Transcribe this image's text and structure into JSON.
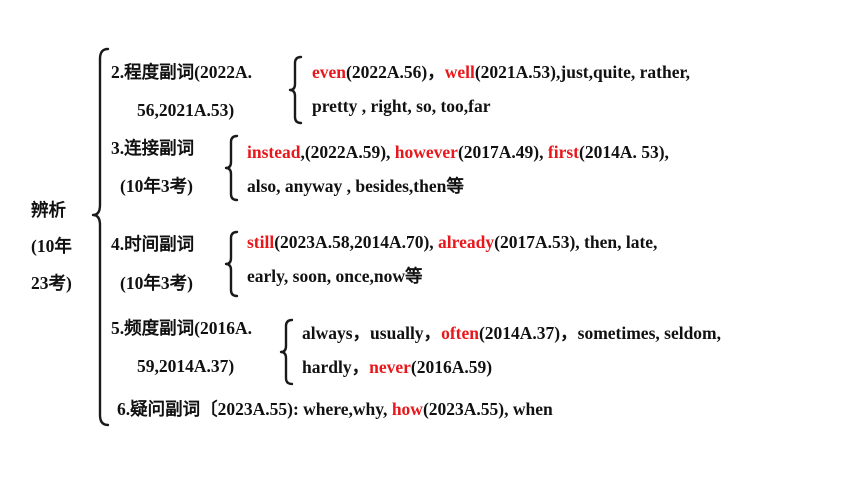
{
  "colors": {
    "text": "#111111",
    "highlight": "#e8171b",
    "background": "#ffffff"
  },
  "left_label": {
    "line1": "辨析",
    "line2": "(10年",
    "line3": "23考)"
  },
  "items": [
    {
      "heading_line1": "2.程度副词(2022A.",
      "heading_line2": "56,2021A.53)",
      "content_line1": [
        {
          "text": "even",
          "red": true
        },
        {
          "text": "(2022A.56)，",
          "red": false
        },
        {
          "text": "well",
          "red": true
        },
        {
          "text": "(2021A.53),just,quite, rather,",
          "red": false
        }
      ],
      "content_line2": [
        {
          "text": "pretty , right, so, too,far",
          "red": false
        }
      ]
    },
    {
      "heading_line1": "3.连接副词",
      "heading_line2": "(10年3考)",
      "content_line1": [
        {
          "text": "instead",
          "red": true
        },
        {
          "text": ",(2022A.59), ",
          "red": false
        },
        {
          "text": "however",
          "red": true
        },
        {
          "text": "(2017A.49), ",
          "red": false
        },
        {
          "text": "first",
          "red": true
        },
        {
          "text": "(2014A. 53),",
          "red": false
        }
      ],
      "content_line2": [
        {
          "text": "also, anyway , besides,then等",
          "red": false
        }
      ]
    },
    {
      "heading_line1": "4.时间副词",
      "heading_line2": "(10年3考)",
      "content_line1": [
        {
          "text": "still",
          "red": true
        },
        {
          "text": "(2023A.58,2014A.70), ",
          "red": false
        },
        {
          "text": "already",
          "red": true
        },
        {
          "text": "(2017A.53), then, late,",
          "red": false
        }
      ],
      "content_line2": [
        {
          "text": "early, soon, once,now等",
          "red": false
        }
      ]
    },
    {
      "heading_line1": "5.频度副词(2016A.",
      "heading_line2": "59,2014A.37)",
      "content_line1": [
        {
          "text": "always，usually，",
          "red": false
        },
        {
          "text": "often",
          "red": true
        },
        {
          "text": "(2014A.37)，sometimes, seldom,",
          "red": false
        }
      ],
      "content_line2": [
        {
          "text": "hardly，",
          "red": false
        },
        {
          "text": "never",
          "red": true
        },
        {
          "text": "(2016A.59)",
          "red": false
        }
      ]
    },
    {
      "line": [
        {
          "text": "6.疑问副词〔2023A.55): where,why, ",
          "red": false
        },
        {
          "text": "how",
          "red": true
        },
        {
          "text": "(2023A.55), when",
          "red": false
        }
      ]
    }
  ]
}
